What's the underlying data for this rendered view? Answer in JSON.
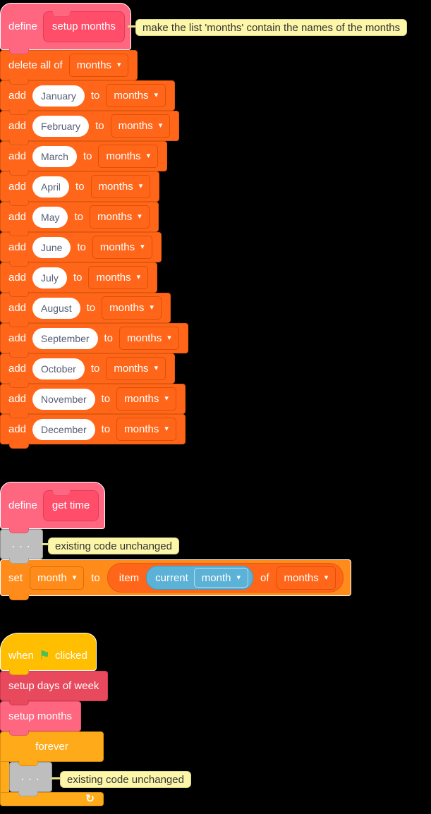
{
  "colors": {
    "my_blocks_pink": "#FF6680",
    "prototype_pink": "#FF4D6A",
    "custom_red": "#E8495C",
    "list_orange": "#FF661A",
    "variables_orange": "#FF8C1A",
    "sensing_blue": "#5CB1D6",
    "events_yellow": "#FFBF00",
    "control_orange": "#FFAB19",
    "placeholder_grey": "#BEBEBE",
    "comment_yellow": "#FCF6A8",
    "flag_green": "#4CBF57"
  },
  "icons": {
    "dropdown_arrow": "▾",
    "green_flag": "⚑",
    "loop_arrow": "↻"
  },
  "comments": {
    "setup_months": "make the list 'months' contain the names of the months",
    "get_time": "existing code unchanged",
    "forever": "existing code unchanged"
  },
  "setup_months_script": {
    "define_label": "define",
    "name": "setup months",
    "delete_label": "delete all of",
    "add_label": "add",
    "to_label": "to",
    "list_name": "months",
    "months": [
      "January",
      "February",
      "March",
      "April",
      "May",
      "June",
      "July",
      "August",
      "September",
      "October",
      "November",
      "December"
    ]
  },
  "get_time_script": {
    "define_label": "define",
    "name": "get time",
    "placeholder": ". . .",
    "set_label": "set",
    "variable": "month",
    "to_label": "to",
    "item_label": "item",
    "current_label": "current",
    "current_menu": "month",
    "of_label": "of",
    "list_name": "months"
  },
  "main_script": {
    "when_label": "when",
    "clicked_label": "clicked",
    "call_setup_days": "setup days of week",
    "call_setup_months": "setup months",
    "forever_label": "forever",
    "placeholder": ". . ."
  }
}
